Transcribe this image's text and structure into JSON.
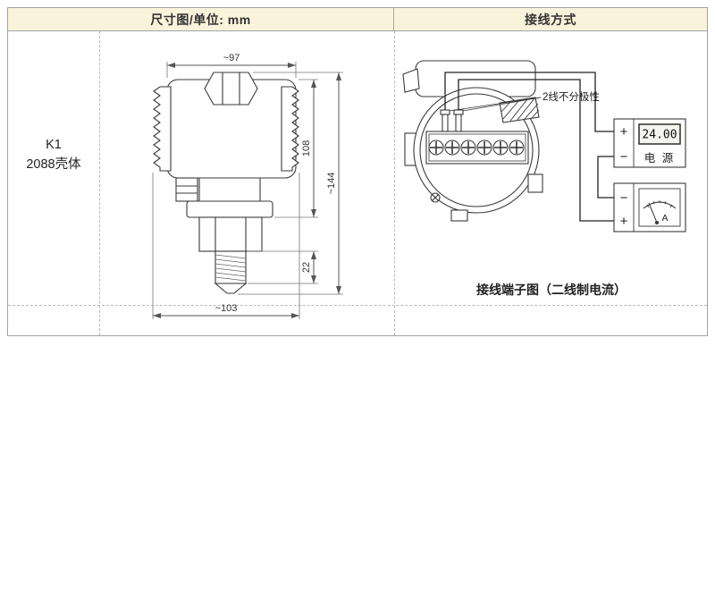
{
  "table": {
    "header": {
      "dimension_title": "尺寸图/单位: mm",
      "wiring_title": "接线方式",
      "bg": "#faf3dc"
    },
    "row_label": {
      "line1": "K1",
      "line2": "2088壳体"
    }
  },
  "dimension_drawing": {
    "dims": {
      "top_width": "~97",
      "body_height": "108",
      "total_height": "~144",
      "thread_length": "22",
      "bottom_width": "~103"
    }
  },
  "wiring_diagram": {
    "polarity_note": "2线不分极性",
    "meter_display": "24.00",
    "power_label": "电 源",
    "ammeter_label": "A",
    "box1_plus": "+",
    "box1_minus": "−",
    "box2_minus": "−",
    "box2_plus": "+",
    "caption": "接线端子图（二线制电流）"
  },
  "colors": {
    "outline": "#3a3a3a",
    "dimension": "#555555",
    "table_border": "#a3a3a3",
    "header_bg": "#faf3dc",
    "wire": "#222222"
  }
}
